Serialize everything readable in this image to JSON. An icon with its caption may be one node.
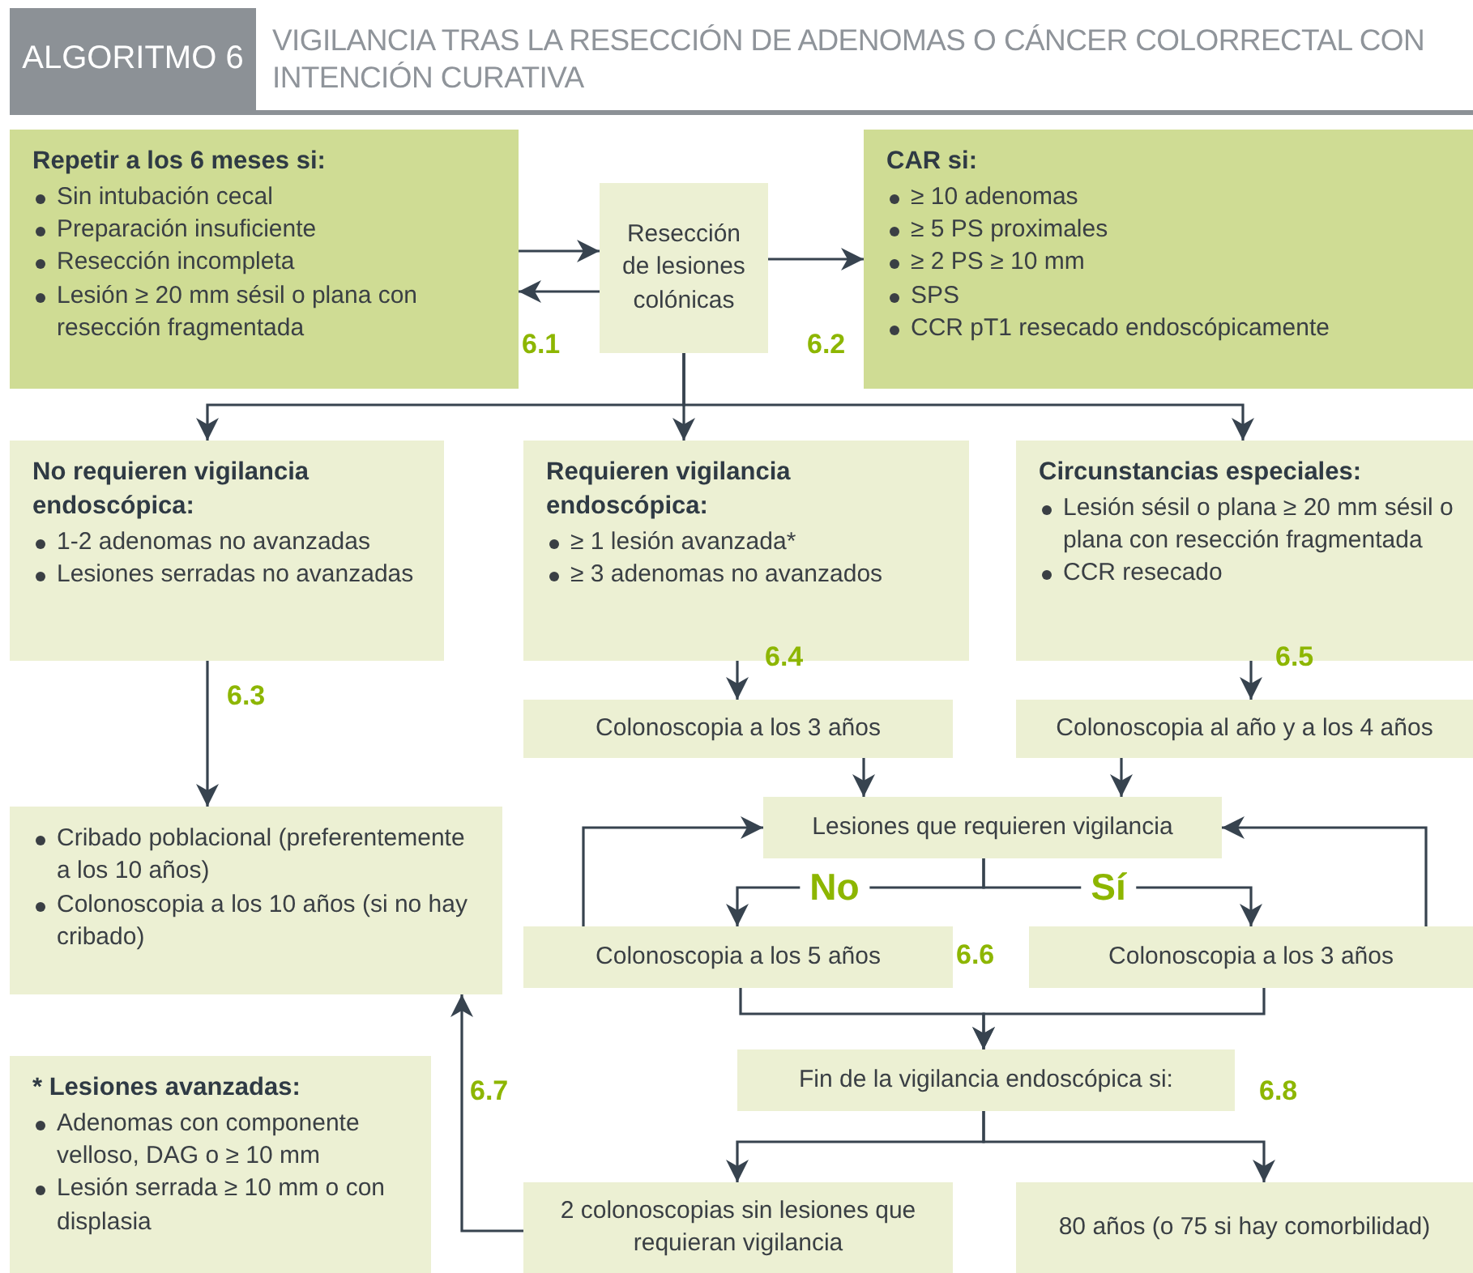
{
  "diagram": {
    "title": "VIGILANCIA TRAS LA RESECCIÓN DE ADENOMAS O CÁNCER COLORRECTAL CON INTENCIÓN CURATIVA",
    "nodes": [
      {
        "text": [
          "Repetir a los 6 meses si:",
          "Sin intubación cecal",
          "Preparación insuficiente",
          "Resección incompleta",
          "Lesión ≥ 20 mm sésil o plana con resección fragmentada"
        ]
      },
      {
        "text": [
          "Resección de lesiones colónicas"
        ]
      },
      {
        "text": [
          "CAR si:",
          "≥ 10 adenomas",
          "≥ 5 PS proximales",
          "≥ 2 PS ≥ 10 mm",
          "SPS",
          "CCR pT1 resecado endoscópicamente"
        ]
      },
      {
        "text": [
          "No requieren vigilancia endoscópica:",
          "1-2 adenomas no avanzadas",
          "Lesiones serradas no avanzadas"
        ]
      },
      {
        "text": [
          "Requieren vigilancia endoscópica:",
          "≥ 1 lesión avanzada*",
          "≥ 3 adenomas no avanzados"
        ]
      },
      {
        "text": [
          "Circunstancias especiales:",
          "Lesión sésil o plana ≥ 20 mm sésil o plana con resección fragmentada",
          "CCR resecado"
        ]
      },
      {
        "text": [
          "Colonoscopia a los 3 años"
        ]
      },
      {
        "text": [
          "Colonoscopia al año y a los 4 años"
        ]
      },
      {
        "text": [
          "Cribado poblacional (preferentemente a los 10 años)",
          "Colonoscopia a los 10 años (si no hay cribado)"
        ]
      },
      {
        "text": [
          "Lesiones que requieren vigilancia"
        ]
      },
      {
        "text": [
          "Colonoscopia a los 5 años"
        ]
      },
      {
        "text": [
          "Colonoscopia a los 3 años"
        ]
      },
      {
        "text": [
          "Fin de la vigilancia endoscópica si:"
        ]
      },
      {
        "text": [
          "* Lesiones avanzadas:",
          "Adenomas con componente velloso, DAG o ≥ 10 mm",
          "Lesión serrada ≥ 10 mm o con displasia"
        ]
      },
      {
        "text": [
          "2 colonoscopias sin lesiones que requieran vigilancia"
        ]
      },
      {
        "text": [
          "80 años (o 75 si hay comorbilidad)"
        ]
      }
    ],
    "edges": [
      {
        "from": 0,
        "to": 1,
        "arrow": "to"
      },
      {
        "from": 1,
        "to": 0,
        "arrow": "to"
      },
      {
        "from": 1,
        "to": 2,
        "arrow": "to"
      },
      {
        "from": 1,
        "to": 3,
        "arrow": "to"
      },
      {
        "from": 1,
        "to": 4,
        "arrow": "to"
      },
      {
        "from": 1,
        "to": 5,
        "arrow": "to"
      },
      {
        "from": 3,
        "to": 8,
        "arrow": "to"
      },
      {
        "from": 4,
        "to": 6,
        "arrow": "to"
      },
      {
        "from": 5,
        "to": 7,
        "arrow": "to"
      },
      {
        "from": 6,
        "to": 9,
        "arrow": "to"
      },
      {
        "from": 7,
        "to": 9,
        "arrow": "to"
      },
      {
        "from": 9,
        "to": 10,
        "arrow": "to",
        "label": "No"
      },
      {
        "from": 9,
        "to": 11,
        "arrow": "to",
        "label": "Sí"
      },
      {
        "from": 10,
        "to": 9,
        "arrow": "to"
      },
      {
        "from": 11,
        "to": 9,
        "arrow": "to"
      },
      {
        "from": 10,
        "to": 12,
        "arrow": "to"
      },
      {
        "from": 11,
        "to": 12,
        "arrow": "to"
      },
      {
        "from": 12,
        "to": 14,
        "arrow": "to"
      },
      {
        "from": 12,
        "to": 15,
        "arrow": "to"
      },
      {
        "from": 14,
        "to": 8,
        "arrow": "to"
      }
    ],
    "labels": [
      "ALGORITMO 6",
      "6.1",
      "6.2",
      "6.3",
      "6.4",
      "6.5",
      "6.6",
      "6.7",
      "6.8"
    ]
  }
}
